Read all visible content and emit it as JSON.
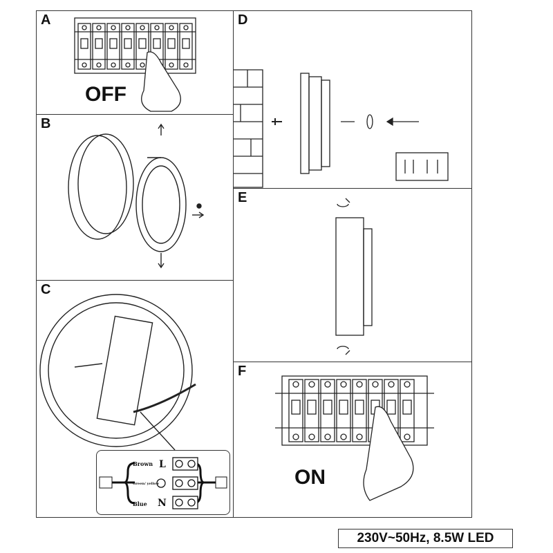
{
  "panels": {
    "a": {
      "letter": "A",
      "caption": "OFF"
    },
    "b": {
      "letter": "B"
    },
    "c": {
      "letter": "C",
      "wiring": {
        "brown": "Brown",
        "green": "Green/ yellow",
        "blue": "Blue",
        "l": "L",
        "n": "N"
      }
    },
    "d": {
      "letter": "D"
    },
    "e": {
      "letter": "E"
    },
    "f": {
      "letter": "F",
      "caption": "ON"
    }
  },
  "spec_label": "230V~50Hz, 8.5W LED"
}
